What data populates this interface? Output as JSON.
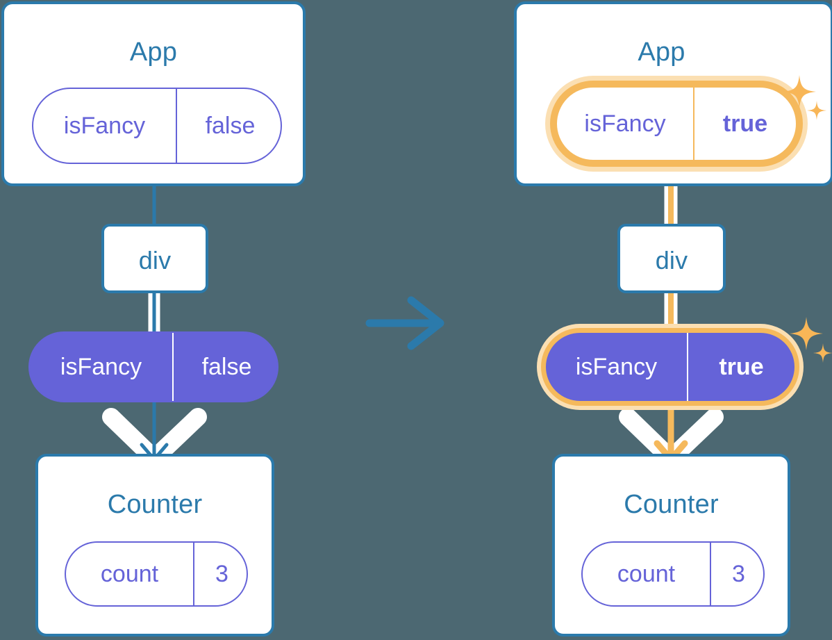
{
  "meta": {
    "diagram_title": "React state propagation: isFancy flips from false to true",
    "background_color": "#4C6872",
    "accent_blue": "#2B7AAB",
    "accent_purple": "#6563D8",
    "highlight_orange": "#F5B95C",
    "highlight_orange_glow": "#FBDFB2"
  },
  "left": {
    "app": {
      "title": "App",
      "state": {
        "key": "isFancy",
        "value": "false"
      }
    },
    "div": {
      "label": "div"
    },
    "prop": {
      "key": "isFancy",
      "value": "false"
    },
    "counter": {
      "title": "Counter",
      "state": {
        "key": "count",
        "value": "3"
      }
    }
  },
  "right": {
    "app": {
      "title": "App",
      "state": {
        "key": "isFancy",
        "value": "true"
      }
    },
    "div": {
      "label": "div"
    },
    "prop": {
      "key": "isFancy",
      "value": "true"
    },
    "counter": {
      "title": "Counter",
      "state": {
        "key": "count",
        "value": "3"
      }
    },
    "sparkles": {
      "large": "sparkle",
      "small": "sparkle"
    }
  },
  "transition": {
    "icon": "arrow-right-icon"
  }
}
